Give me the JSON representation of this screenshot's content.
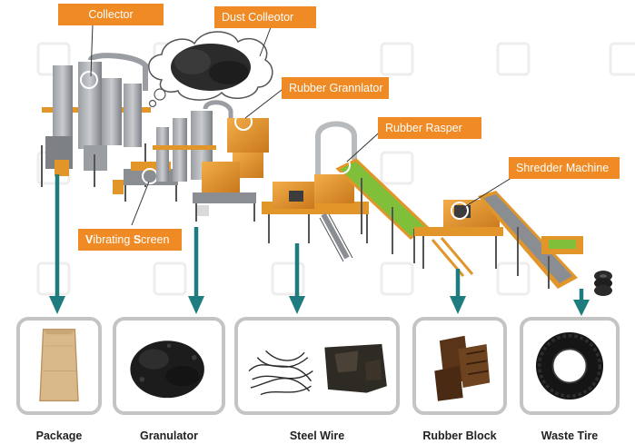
{
  "labels": {
    "collector": "Collector",
    "dust_collector": "Dust Colleotor",
    "rubber_granulator": "Rubber Grannlator",
    "rubber_rasper": "Rubber Rasper",
    "shredder_machine": "Shredder Machine",
    "vibrating_screen": {
      "v": "V",
      "ibrating": "ibrating ",
      "s": "S",
      "creen": "creen"
    }
  },
  "products": [
    {
      "label": "Package",
      "icon": "paper-sack"
    },
    {
      "label": "Granulator",
      "icon": "rubber-granules"
    },
    {
      "label": "Steel Wire",
      "icon": "steel-wire-and-rubber-chips"
    },
    {
      "label": "Rubber Block",
      "icon": "rubber-blocks"
    },
    {
      "label": "Waste Tire",
      "icon": "tire"
    }
  ],
  "colors": {
    "callout": "#f08a24",
    "arrow": "#1e7c7e",
    "machine_orange": "#e2962a",
    "machine_gray": "#8a8e92",
    "conveyor_green": "#7fbf3a",
    "frame": "#c4c4c4"
  }
}
